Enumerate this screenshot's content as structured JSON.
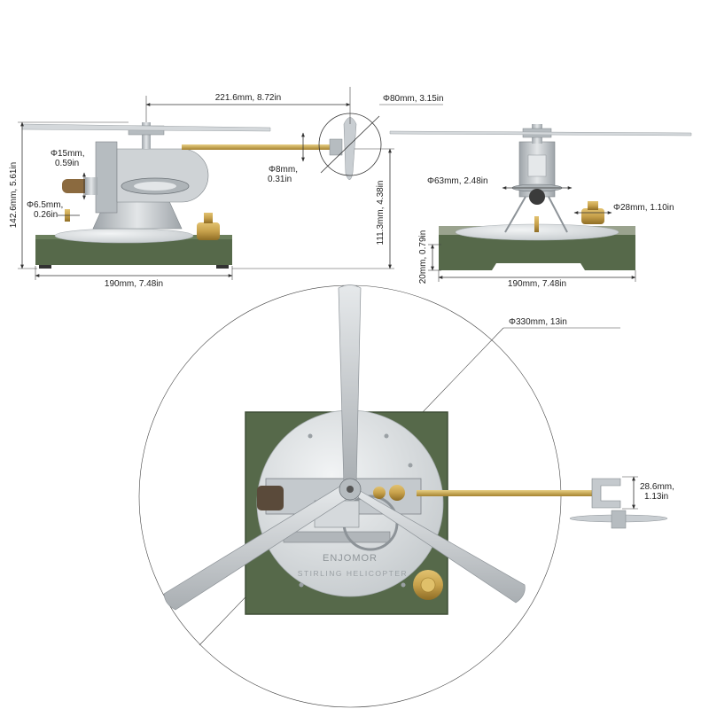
{
  "dimensions": {
    "side_length": "221.6mm, 8.72in",
    "side_disc_diameter": "Φ80mm, 3.15in",
    "side_height_line1": "142.6mm,",
    "side_height_line2": "5.61in",
    "side_cylinder_dia_line1": "Φ15mm,",
    "side_cylinder_dia_line2": "0.59in",
    "side_rod_dia_line1": "Φ8mm,",
    "side_rod_dia_line2": "0.31in",
    "side_pin_dia_line1": "Φ6.5mm,",
    "side_pin_dia_line2": "0.26in",
    "side_rod_height_line1": "111.3mm,",
    "side_rod_height_line2": "4.38in",
    "side_base_width": "190mm, 7.48in",
    "front_engine_dia": "Φ63mm, 2.48in",
    "front_burner_dia": "Φ28mm, 1.10in",
    "front_base_height_line1": "20mm,",
    "front_base_height_line2": "0.79in",
    "front_base_width": "190mm, 7.48in",
    "top_rotor_dia": "Φ330mm, 13in",
    "top_tail_height_line1": "28.6mm,",
    "top_tail_height_line2": "1.13in"
  },
  "branding": {
    "logo": "ENJOMOR",
    "model": "STIRLING HELICOPTER"
  },
  "colors": {
    "base_green": "#56694a",
    "base_green_dark": "#3f4f36",
    "plate_silver": "#d9dde0",
    "metal": "#c4c9cd",
    "metal_dark": "#8d9398",
    "brass": "#c7a14b",
    "brass_dark": "#9c7a2c",
    "blade": "#c9ced2"
  }
}
